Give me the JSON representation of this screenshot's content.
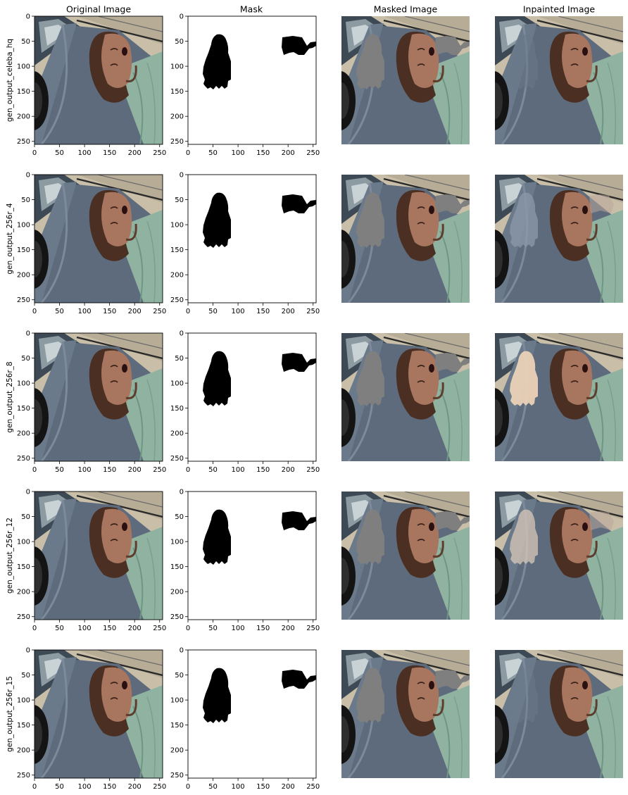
{
  "column_titles": [
    "Original Image",
    "Mask",
    "Masked Image",
    "Inpainted Image"
  ],
  "row_labels": [
    "gen_output_celeba_hq",
    "gen_output_256r_4",
    "gen_output_256r_8",
    "gen_output_256r_12",
    "gen_output_256r_15"
  ],
  "x_ticks": [
    "0",
    "50",
    "100",
    "150",
    "200",
    "250"
  ],
  "y_ticks": [
    "0",
    "50",
    "100",
    "150",
    "200",
    "250"
  ],
  "colors": {
    "background": "#ffffff",
    "bed": "#5d6b7d",
    "skin": "#a8755e",
    "hair": "#4a2f22",
    "gown": "#8fb3a0",
    "mask_fill": "#000000",
    "masked_gray": "#7f7f7f"
  }
}
